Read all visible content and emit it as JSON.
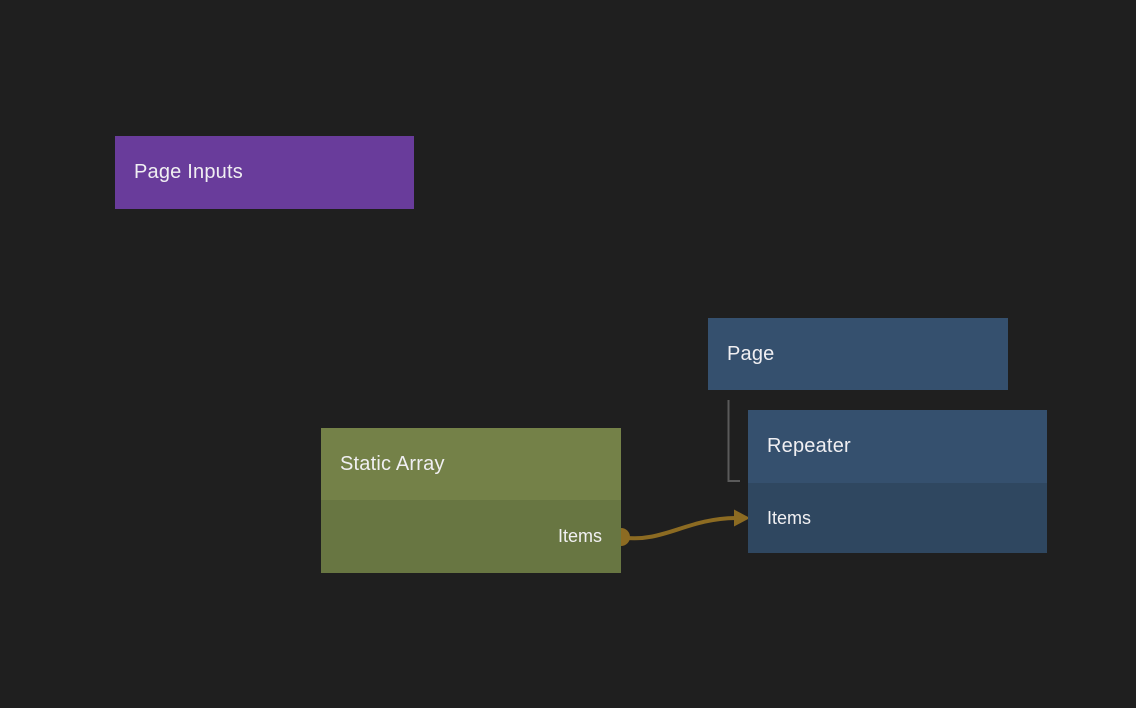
{
  "canvas": {
    "background_color": "#1f1f1f"
  },
  "nodes": {
    "page_inputs": {
      "title": "Page Inputs",
      "color": "#693c9b"
    },
    "page": {
      "title": "Page",
      "color": "#35506e"
    },
    "repeater": {
      "title": "Repeater",
      "header_color": "#35506e",
      "ports": {
        "items": {
          "label": "Items",
          "direction": "input",
          "row_color": "#2f4760"
        }
      }
    },
    "static_array": {
      "title": "Static Array",
      "header_color": "#748148",
      "body_color": "#687642",
      "ports": {
        "items": {
          "label": "Items",
          "direction": "output"
        }
      }
    }
  },
  "connections": {
    "data_connection": {
      "from": "Static Array.Items",
      "to": "Repeater.Items",
      "color": "#8c6b22"
    },
    "hierarchy_connection": {
      "from": "Page",
      "to": "Repeater",
      "color": "#5a5a5a"
    }
  }
}
